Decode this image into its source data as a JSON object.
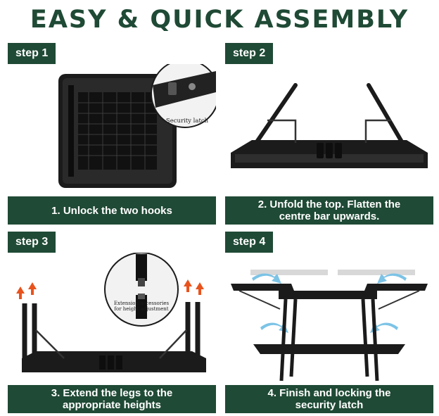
{
  "title": "EASY & QUICK ASSEMBLY",
  "colors": {
    "brand": "#1f4a35",
    "product": "#1b1b1b",
    "arrow_up": "#e8531d",
    "arrow_side": "#7cc3e6"
  },
  "steps": [
    {
      "label": "step 1",
      "caption_lines": [
        "1. Unlock the two hooks"
      ],
      "inset_label": "Security latch"
    },
    {
      "label": "step 2",
      "caption_lines": [
        "2.  Unfold the top. Flatten the",
        "centre bar upwards."
      ]
    },
    {
      "label": "step 3",
      "caption_lines": [
        "3. Extend the legs to the",
        "appropriate heights"
      ],
      "inset_label_lines": [
        "Extension accessories",
        "for height adjustment"
      ]
    },
    {
      "label": "step 4",
      "caption_lines": [
        "4.  Finish and locking the",
        "security latch"
      ]
    }
  ]
}
